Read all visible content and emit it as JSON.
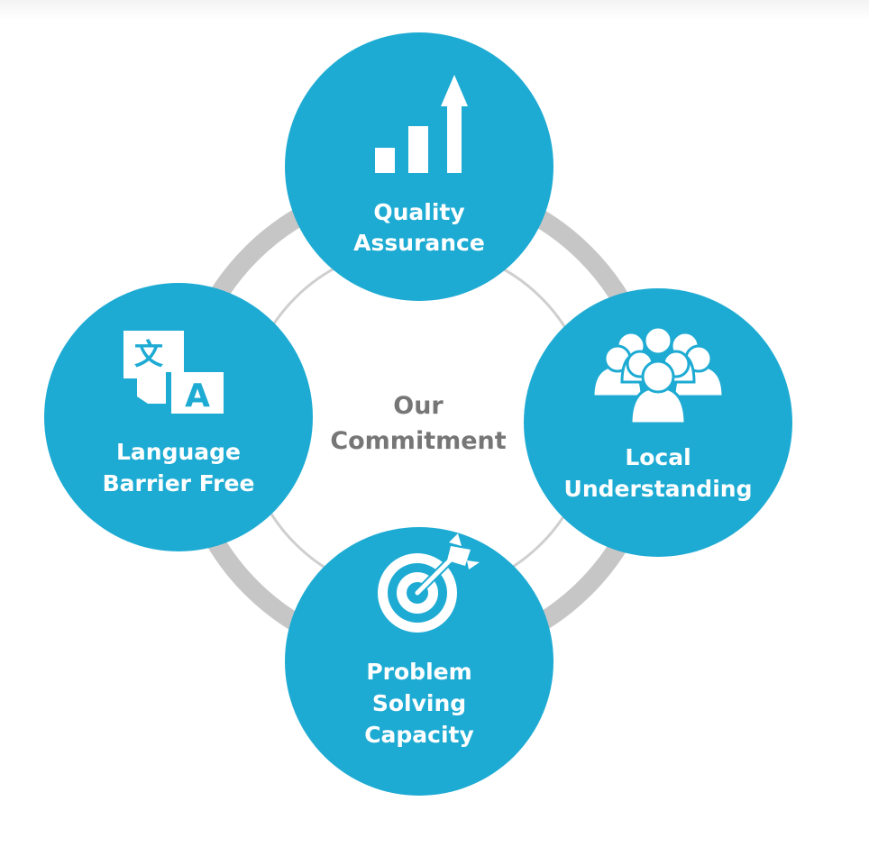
{
  "center": {
    "line1": "Our",
    "line2": "Commitment"
  },
  "nodes": {
    "top": {
      "line1": "Quality",
      "line2": "Assurance",
      "icon": "bar-chart-growth-icon"
    },
    "right": {
      "line1": "Local",
      "line2": "Understanding",
      "icon": "people-group-icon"
    },
    "bottom": {
      "line1": "Problem",
      "line2": "Solving",
      "line3": "Capacity",
      "icon": "target-arrow-icon"
    },
    "left": {
      "line1": "Language",
      "line2": "Barrier Free",
      "icon": "translate-icon"
    }
  },
  "icon_glyphs": {
    "translate_source": "文",
    "translate_target": "A"
  },
  "colors": {
    "circle_fill": "#1eabd3",
    "outer_ring": "#c6c6c6",
    "inner_ring": "#cfcfcf",
    "center_text": "#767676",
    "icon": "#ffffff"
  }
}
